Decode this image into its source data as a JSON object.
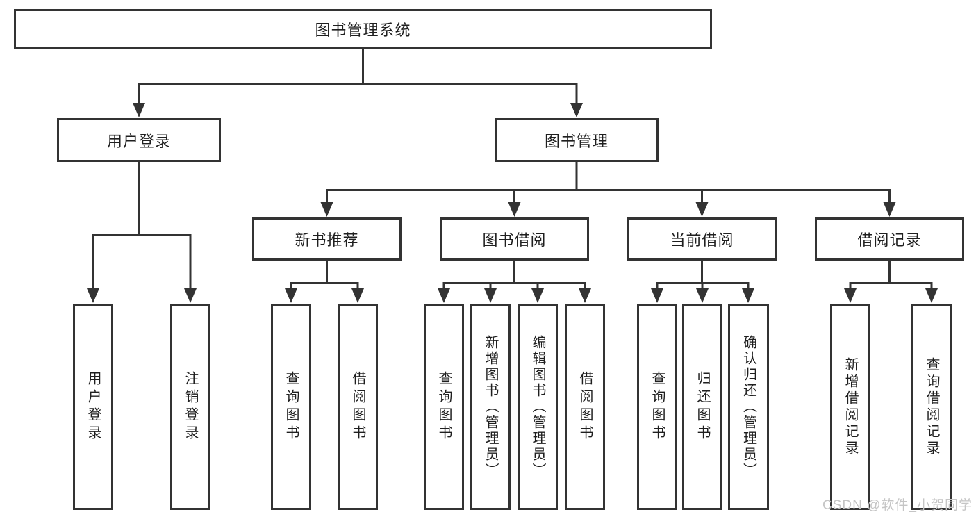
{
  "diagram": {
    "background": "#ffffff",
    "line_color": "#333333",
    "text_color": "#1f1f1f",
    "watermark": {
      "text": "CSDN @软件_小贺同学",
      "color": "#c5c5c5"
    }
  },
  "tree": {
    "root": {
      "label": "图书管理系统"
    },
    "level2": [
      {
        "id": "user-login",
        "label": "用户登录"
      },
      {
        "id": "book-management",
        "label": "图书管理"
      }
    ],
    "level3": [
      {
        "id": "new-book-recommend",
        "label": "新书推荐"
      },
      {
        "id": "book-borrow",
        "label": "图书借阅"
      },
      {
        "id": "current-borrow",
        "label": "当前借阅"
      },
      {
        "id": "borrow-records",
        "label": "借阅记录"
      }
    ],
    "leaves": [
      {
        "id": "user-login-action",
        "label": "用户登录"
      },
      {
        "id": "logout-action",
        "label": "注销登录"
      },
      {
        "id": "query-books-recommend",
        "label": "查询图书"
      },
      {
        "id": "borrow-books-recommend",
        "label": "借阅图书"
      },
      {
        "id": "query-books-borrow",
        "label": "查询图书"
      },
      {
        "id": "add-books-admin",
        "label": "新增图书（管理员）"
      },
      {
        "id": "edit-books-admin",
        "label": "编辑图书（管理员）"
      },
      {
        "id": "borrow-books-borrow",
        "label": "借阅图书"
      },
      {
        "id": "query-books-current",
        "label": "查询图书"
      },
      {
        "id": "return-books",
        "label": "归还图书"
      },
      {
        "id": "confirm-return-admin",
        "label": "确认归还（管理员）"
      },
      {
        "id": "add-borrow-record",
        "label": "新增借阅记录"
      },
      {
        "id": "query-borrow-record",
        "label": "查询借阅记录"
      }
    ]
  }
}
